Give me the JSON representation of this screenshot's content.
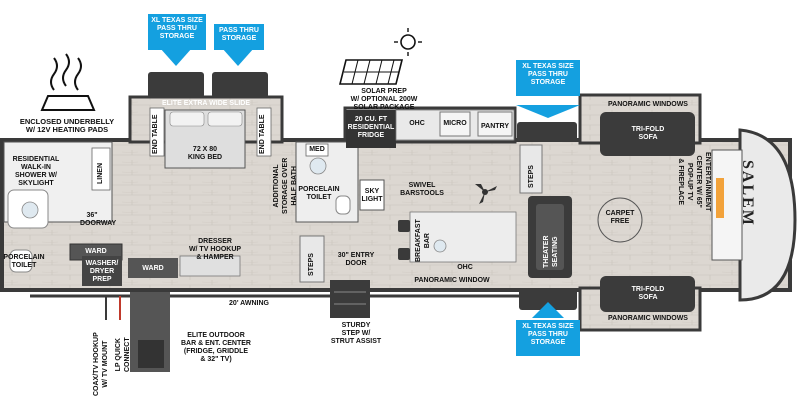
{
  "brand": "SALEM",
  "callouts": {
    "top_left_storage": "XL TEXAS SIZE\nPASS THRU\nSTORAGE",
    "top_pass_thru": "PASS THRU\nSTORAGE",
    "top_right_storage": "XL TEXAS SIZE\nPASS THRU\nSTORAGE",
    "bottom_storage": "XL TEXAS SIZE\nPASS THRU\nSTORAGE"
  },
  "labels": {
    "heating_pads": "ENCLOSED UNDERBELLY\nW/ 12V HEATING PADS",
    "elite_slide": "ELITE EXTRA WIDE SLIDE",
    "end_table_left": "END TABLE",
    "end_table_right": "END TABLE",
    "king_bed": "72 X 80\nKING BED",
    "shower": "RESIDENTIAL\nWALK-IN\nSHOWER W/\nSKYLIGHT",
    "linen": "LINEN",
    "doorway": "36\"\nDOORWAY",
    "porcelain_toilet_left": "PORCELAIN\nTOILET",
    "ward_left": "WARD",
    "washer_dryer": "WASHER/\nDRYER\nPREP",
    "ward_right": "WARD",
    "dresser": "DRESSER\nW/ TV HOOKUP\n& HAMPER",
    "half_bath": "ADDITIONAL\nSTORAGE OVER\nHALF BATH",
    "med": "MED",
    "porcelain_toilet_mid": "PORCELAIN\nTOILET",
    "skylight": "SKY\nLIGHT",
    "steps_mid": "STEPS",
    "entry_door": "30\" ENTRY\nDOOR",
    "solar": "SOLAR PREP\nW/ OPTIONAL 200W\nSOLAR PACKAGE",
    "fridge": "20 CU. FT\nRESIDENTIAL\nFRIDGE",
    "ohc_top": "OHC",
    "micro": "MICRO",
    "pantry": "PANTRY",
    "swivel": "SWIVEL\nBARSTOOLS",
    "breakfast_bar": "BREAKFAST\nBAR",
    "ohc_bottom": "OHC",
    "panoramic_window_bottom": "PANORAMIC WINDOW",
    "steps_right": "STEPS",
    "theater": "THEATER\nSEATING",
    "carpet_free": "CARPET\nFREE",
    "panoramic_windows_top": "PANORAMIC WINDOWS",
    "trifold_top": "TRI-FOLD\nSOFA",
    "trifold_bottom": "TRI-FOLD\nSOFA",
    "panoramic_windows_bottom": "PANORAMIC WINDOWS",
    "entertainment": "ENTERTAINMENT\nCENTER W/ 65\"\nPOP-UP TV\n& FIREPLACE",
    "awning": "20' AWNING",
    "coax": "COAX/TV HOOKUP\nW/ TV MOUNT",
    "lp": "LP QUICK\nCONNECT",
    "outdoor": "ELITE OUTDOOR\nBAR & ENT. CENTER\n(FRIDGE, GRIDDLE\n& 32\" TV)",
    "sturdy_step": "STURDY\nSTEP W/\nSTRUT ASSIST"
  },
  "icons": {
    "heat": "heat-waves-icon",
    "solar": "solar-panel-icon",
    "fan": "ceiling-fan-icon",
    "arrow": "arrow-down-icon"
  },
  "colors": {
    "callout_blue": "#14a0e0",
    "floor": "#d9d4ce",
    "wall": "#3a3a3a",
    "furniture_dark": "#3b3b3b"
  }
}
